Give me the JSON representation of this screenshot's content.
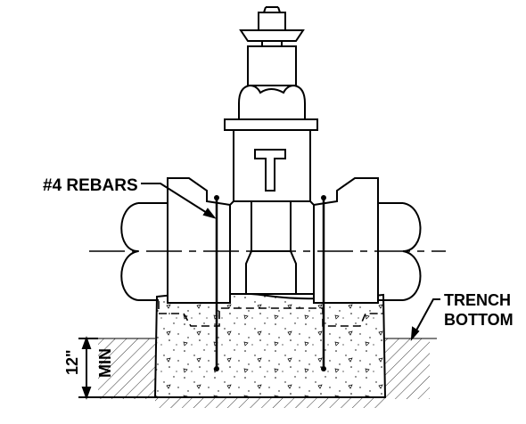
{
  "labels": {
    "rebars": "#4 REBARS",
    "trench_line1": "TRENCH",
    "trench_line2": "BOTTOM",
    "dim_value": "12\"",
    "dim_suffix": "MIN"
  }
}
